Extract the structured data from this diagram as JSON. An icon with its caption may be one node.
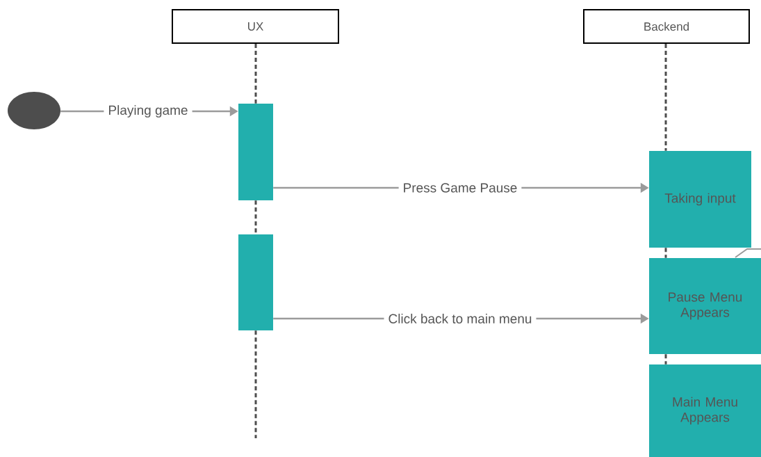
{
  "diagram": {
    "nodes": [
      {
        "text": [
          "UX"
        ]
      },
      {
        "text": [
          "Backend"
        ]
      },
      {
        "text": [],
        "shape": "circle"
      },
      {
        "text": [],
        "shape": "bar"
      },
      {
        "text": [],
        "shape": "bar"
      },
      {
        "text": [
          "Taking input"
        ]
      },
      {
        "text": [
          "Pause Menu Appears"
        ]
      },
      {
        "text": [
          "Main Menu Appears"
        ]
      }
    ],
    "edges": [
      {
        "from": 0,
        "to": 3,
        "arrow": "none",
        "style": "dashed"
      },
      {
        "from": 3,
        "to": 4,
        "arrow": "none",
        "style": "dashed"
      },
      {
        "from": 4,
        "to": null,
        "arrow": "none",
        "style": "dashed"
      },
      {
        "from": 1,
        "to": 5,
        "arrow": "none",
        "style": "dashed"
      },
      {
        "from": 5,
        "to": 6,
        "arrow": "none",
        "style": "dashed"
      },
      {
        "from": 6,
        "to": 7,
        "arrow": "none",
        "style": "dashed"
      },
      {
        "from": 2,
        "to": 3,
        "arrow": "to",
        "label": "Playing game"
      },
      {
        "from": 3,
        "to": 5,
        "arrow": "to",
        "label": "Press Game Pause"
      },
      {
        "from": 4,
        "to": 6,
        "arrow": "to",
        "label": "Click back to main menu"
      }
    ]
  }
}
